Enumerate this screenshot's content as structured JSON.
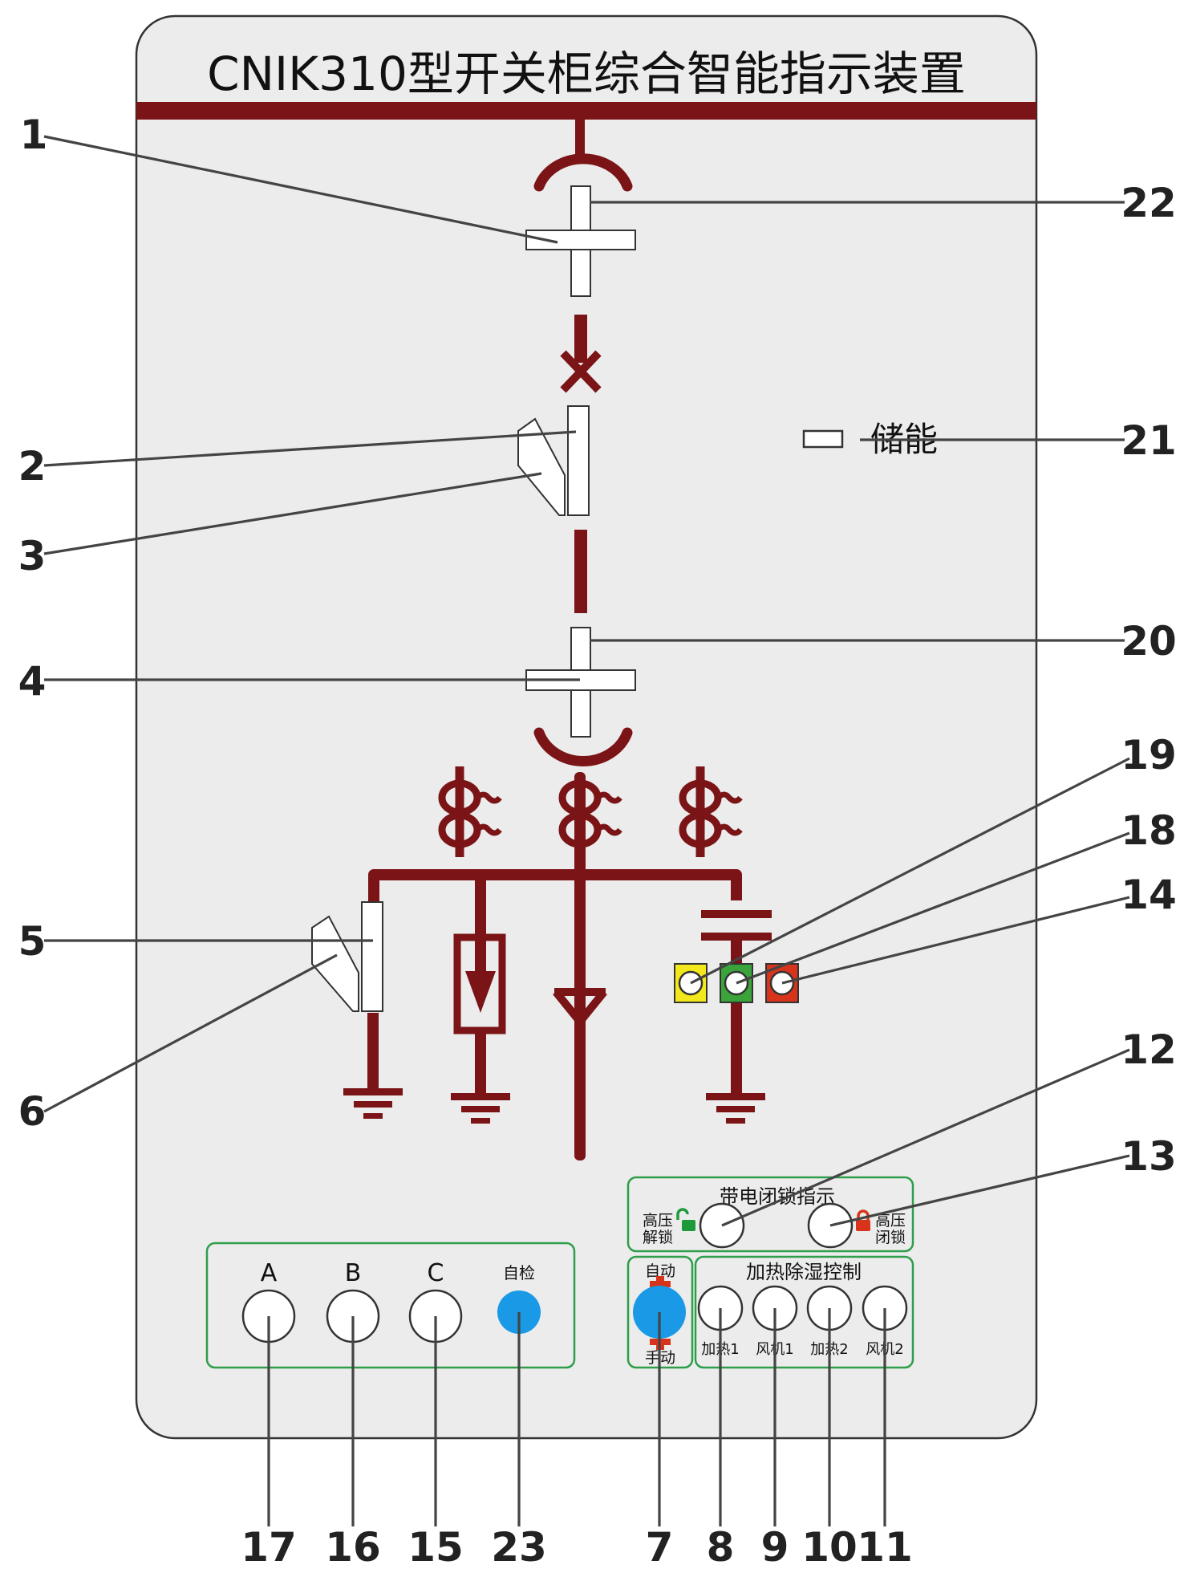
{
  "panel": {
    "title": "CNIK310型开关柜综合智能指示装置",
    "colors": {
      "busbar": "#7b1416",
      "panel_bg": "#ececec",
      "group_border": "#2e9e4a",
      "yellow": "#f2e81c",
      "green": "#3aa43a",
      "red": "#d8341c",
      "blue": "#1a9ae6"
    }
  },
  "storage": {
    "label": "储能"
  },
  "energized_lock": {
    "title": "带电闭锁指示",
    "unlock_label": [
      "高压",
      "解锁"
    ],
    "lock_label": [
      "高压",
      "闭锁"
    ],
    "unlock_icon": "unlocked-padlock-icon",
    "lock_icon": "locked-padlock-icon"
  },
  "heating": {
    "title": "加热除湿控制",
    "lamps": [
      "加热1",
      "风机1",
      "加热2",
      "风机2"
    ]
  },
  "mode_switch": {
    "top_label": "自动",
    "bottom_label": "手动"
  },
  "phase_lamps": {
    "labels": [
      "A",
      "B",
      "C"
    ],
    "self_test_label": "自检"
  },
  "callouts": {
    "c1": "1",
    "c2": "2",
    "c3": "3",
    "c4": "4",
    "c5": "5",
    "c6": "6",
    "c7": "7",
    "c8": "8",
    "c9": "9",
    "c10": "10",
    "c11": "11",
    "c12": "12",
    "c13": "13",
    "c14": "14",
    "c15": "15",
    "c16": "16",
    "c17": "17",
    "c18": "18",
    "c19": "19",
    "c20": "20",
    "c21": "21",
    "c22": "22",
    "c23": "23"
  }
}
